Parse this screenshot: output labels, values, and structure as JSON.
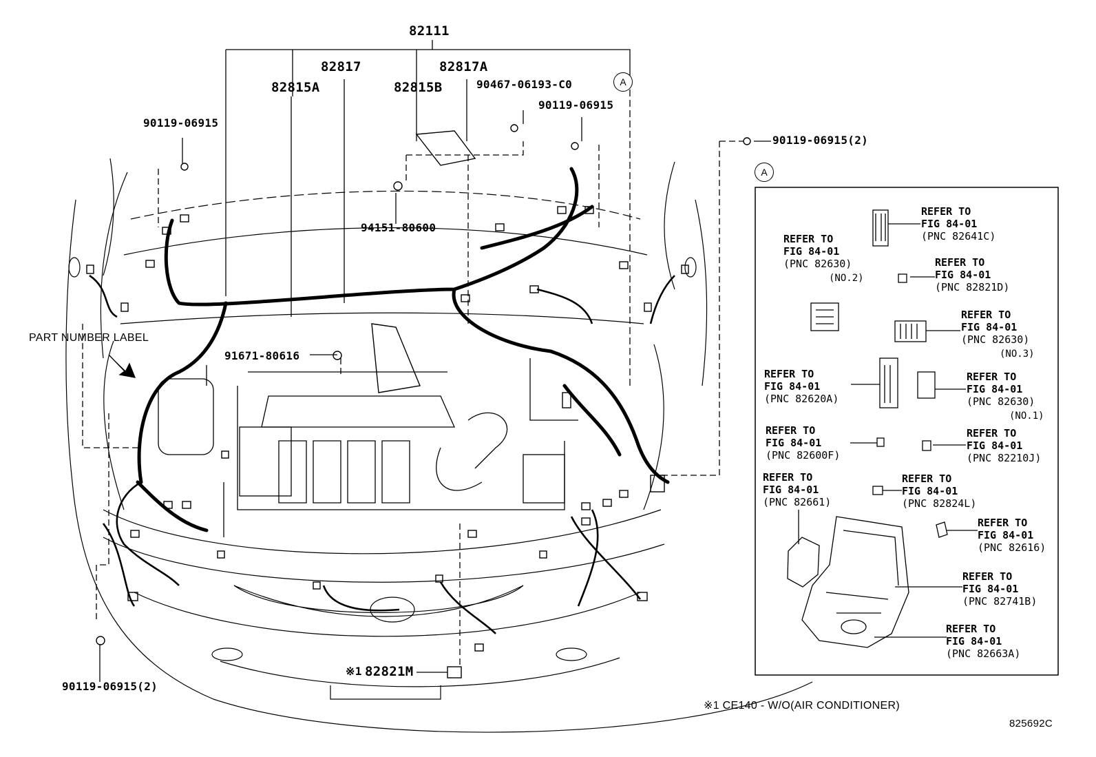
{
  "callouts": {
    "harness_main": "82111",
    "p82817": "82817",
    "p82817A": "82817A",
    "p82815A": "82815A",
    "p82815B": "82815B",
    "clip_top": "90467-06193-C0",
    "bolt_right_top": "90119-06915",
    "bolt_left_top": "90119-06915",
    "bolt_right_side": "90119-06915(2)",
    "bolt_bottom_left": "90119-06915(2)",
    "clip_center": "94151-80600",
    "bolt_center": "91671-80616",
    "bottom_part": "82821M",
    "bottom_part_mark": "※1",
    "part_number_label": "PART NUMBER LABEL",
    "detail_marker": "A"
  },
  "detail_refs": [
    {
      "line1": "REFER TO",
      "line2": "FIG 84-01",
      "pnc": "(PNC 82641C)"
    },
    {
      "line1": "REFER TO",
      "line2": "FIG 84-01",
      "pnc": "(PNC 82630)",
      "sub": "(NO.2)"
    },
    {
      "line1": "REFER TO",
      "line2": "FIG 84-01",
      "pnc": "(PNC 82821D)"
    },
    {
      "line1": "REFER TO",
      "line2": "FIG 84-01",
      "pnc": "(PNC 82630)",
      "sub": "(NO.3)"
    },
    {
      "line1": "REFER TO",
      "line2": "FIG 84-01",
      "pnc": "(PNC 82620A)"
    },
    {
      "line1": "REFER TO",
      "line2": "FIG 84-01",
      "pnc": "(PNC 82630)",
      "sub": "(NO.1)"
    },
    {
      "line1": "REFER TO",
      "line2": "FIG 84-01",
      "pnc": "(PNC 82600F)"
    },
    {
      "line1": "REFER TO",
      "line2": "FIG 84-01",
      "pnc": "(PNC 82210J)"
    },
    {
      "line1": "REFER TO",
      "line2": "FIG 84-01",
      "pnc": "(PNC 82661)"
    },
    {
      "line1": "REFER TO",
      "line2": "FIG 84-01",
      "pnc": "(PNC 82824L)"
    },
    {
      "line1": "REFER TO",
      "line2": "FIG 84-01",
      "pnc": "(PNC 82616)"
    },
    {
      "line1": "REFER TO",
      "line2": "FIG 84-01",
      "pnc": "(PNC 82741B)"
    },
    {
      "line1": "REFER TO",
      "line2": "FIG 84-01",
      "pnc": "(PNC 82663A)"
    }
  ],
  "footnote": "※1 CE140 - W/O(AIR CONDITIONER)",
  "figure_code": "825692C"
}
